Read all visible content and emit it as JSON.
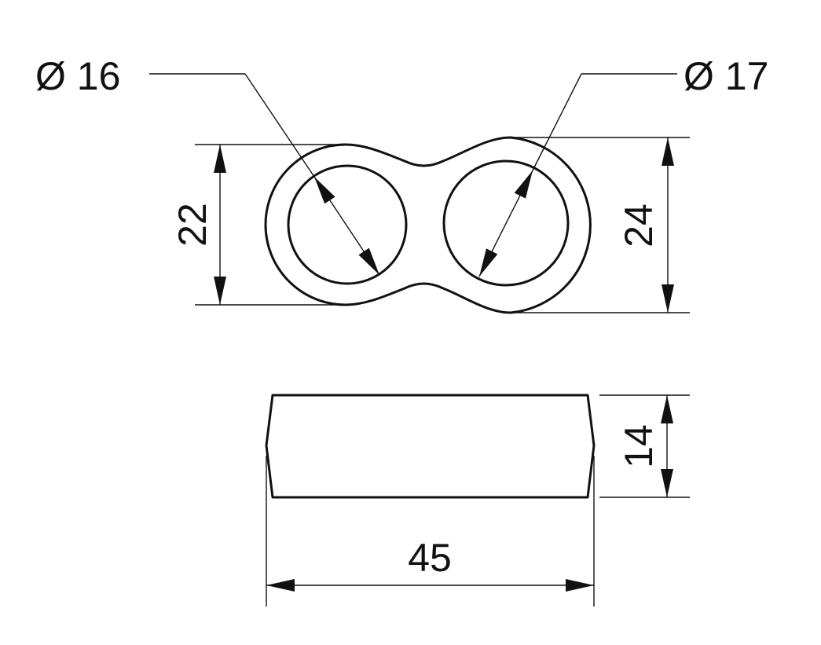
{
  "dimensions": {
    "dia_left": "Ø 16",
    "dia_right": "Ø 17",
    "height_left": "22",
    "height_right": "24",
    "thickness": "14",
    "length": "45"
  },
  "colors": {
    "line": "#111111",
    "background": "#ffffff"
  }
}
